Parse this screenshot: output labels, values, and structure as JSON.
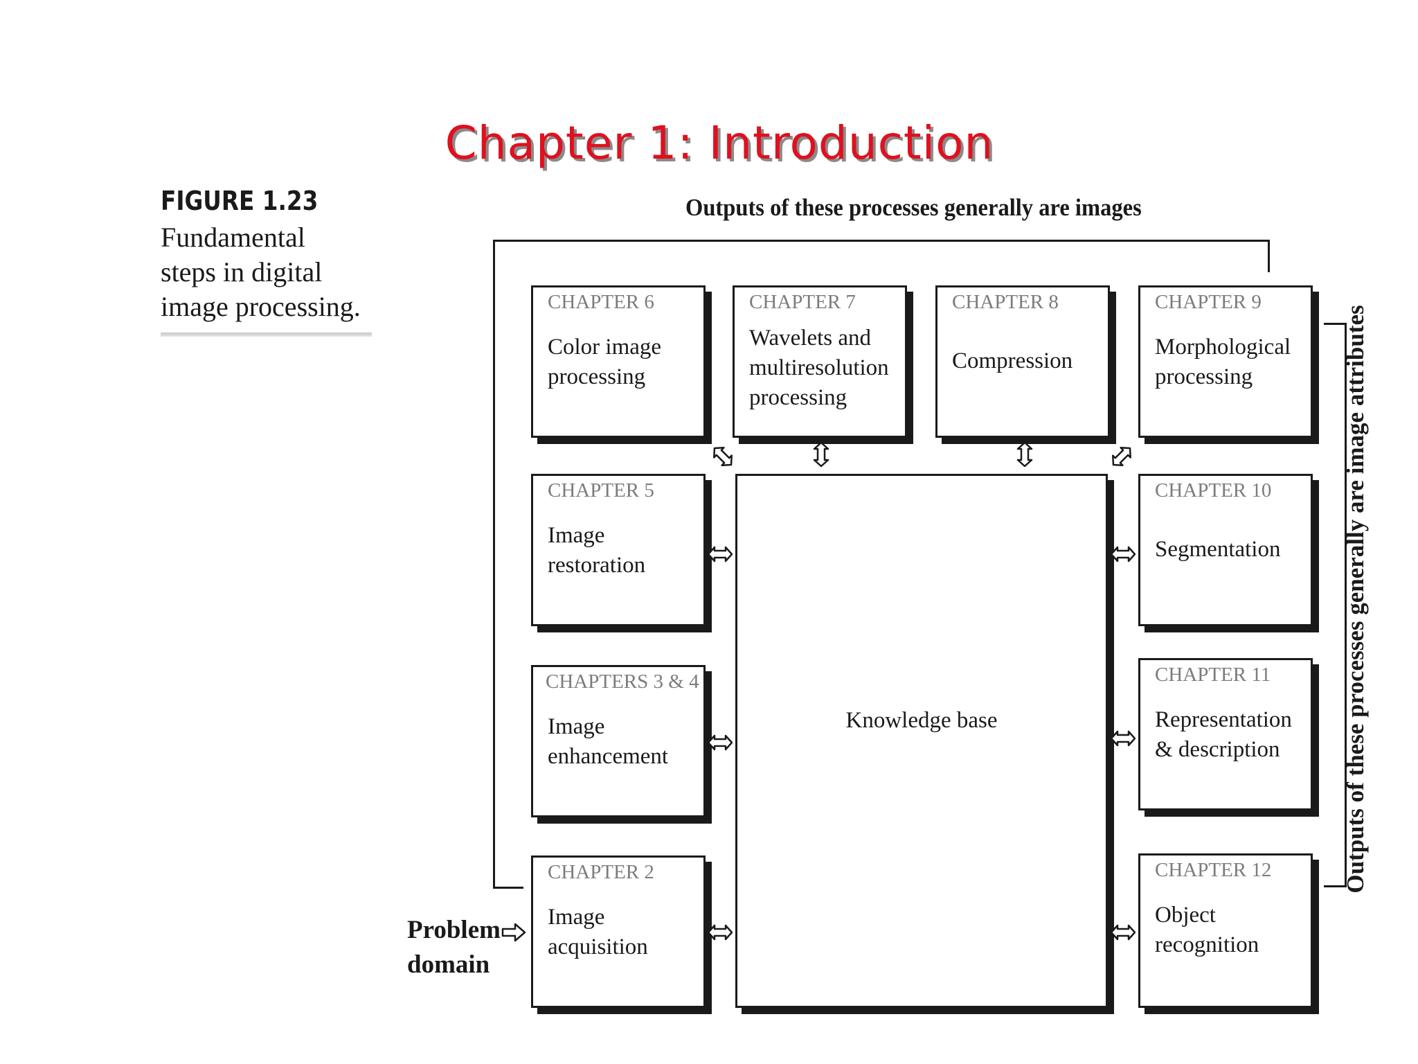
{
  "slide": {
    "title": "Chapter 1: Introduction"
  },
  "figure": {
    "number": "FIGURE 1.23",
    "caption_lines": [
      "Fundamental",
      "steps in digital",
      "image processing."
    ]
  },
  "diagram": {
    "top_caption": "Outputs of these processes generally are images",
    "side_caption": "Outputs of these processes generally are image attributes",
    "problem_domain_lines": [
      "Problem",
      "domain"
    ],
    "knowledge_base": "Knowledge base",
    "boxes": {
      "ch6": {
        "chapter": "CHAPTER 6",
        "lines": [
          "Color image",
          "processing"
        ]
      },
      "ch7": {
        "chapter": "CHAPTER 7",
        "lines": [
          "Wavelets and",
          "multiresolution",
          "processing"
        ]
      },
      "ch8": {
        "chapter": "CHAPTER 8",
        "lines": [
          "Compression"
        ]
      },
      "ch9": {
        "chapter": "CHAPTER 9",
        "lines": [
          "Morphological",
          "processing"
        ]
      },
      "ch5": {
        "chapter": "CHAPTER 5",
        "lines": [
          "Image",
          "restoration"
        ]
      },
      "ch34": {
        "chapter": "CHAPTERS 3 & 4",
        "lines": [
          "Image",
          "enhancement"
        ]
      },
      "ch2": {
        "chapter": "CHAPTER 2",
        "lines": [
          "Image",
          "acquisition"
        ]
      },
      "ch10": {
        "chapter": "CHAPTER 10",
        "lines": [
          "Segmentation"
        ]
      },
      "ch11": {
        "chapter": "CHAPTER 11",
        "lines": [
          "Representation",
          "& description"
        ]
      },
      "ch12": {
        "chapter": "CHAPTER 12",
        "lines": [
          "Object",
          "recognition"
        ]
      }
    }
  }
}
